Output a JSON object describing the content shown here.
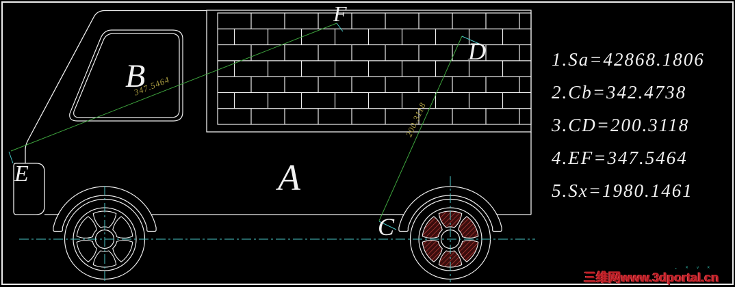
{
  "labels": [
    "A",
    "B",
    "C",
    "D",
    "E",
    "F"
  ],
  "dimensions": {
    "ef": "347.5464",
    "cd": "200.3118"
  },
  "annotations": [
    "1.Sa=42868.1806",
    "2.Cb=342.4738",
    "3.CD=200.3118",
    "4.EF=347.5464",
    "5.Sx=1980.1461"
  ],
  "watermark": {
    "text": "三维网www.3dportal.cn",
    "accent_marks": "· ˟ ᵛ ˟"
  },
  "colors": {
    "background": "#000000",
    "line": "#ededed",
    "green": "#3ea43e",
    "cyan": "#4ac7c7",
    "dim_text": "#b0a244",
    "hatch_fill": "#3a0d0d",
    "hatch_line": "#c2413c",
    "label": "#f2f2f2",
    "watermark": "#c22128"
  }
}
